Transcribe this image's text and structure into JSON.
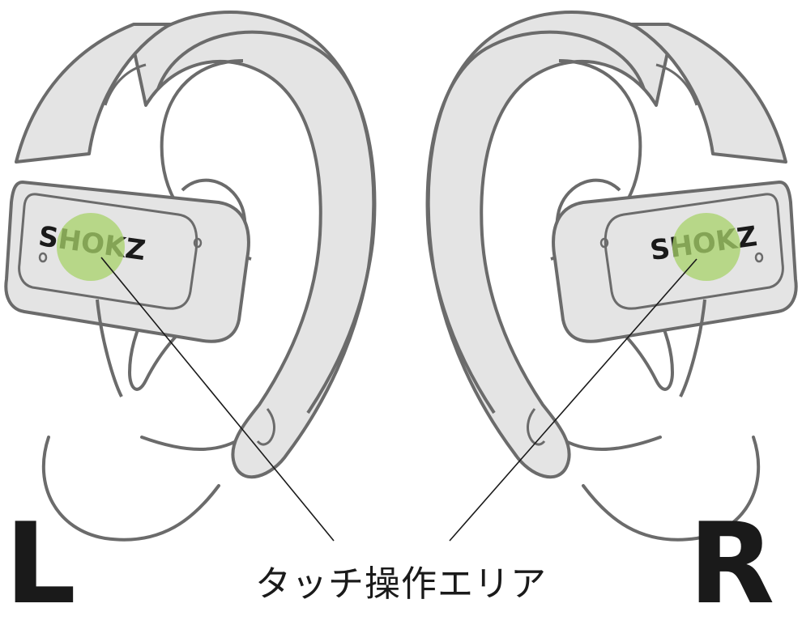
{
  "labels": {
    "left": "L",
    "right": "R",
    "touch_area": "タッチ操作エリア"
  },
  "logo_text": "SHOKZ",
  "colors": {
    "line": "#6b6b6b",
    "device_fill": "#e4e4e4",
    "touch_zone": "#a8d36a",
    "text": "#1a1a1a"
  }
}
